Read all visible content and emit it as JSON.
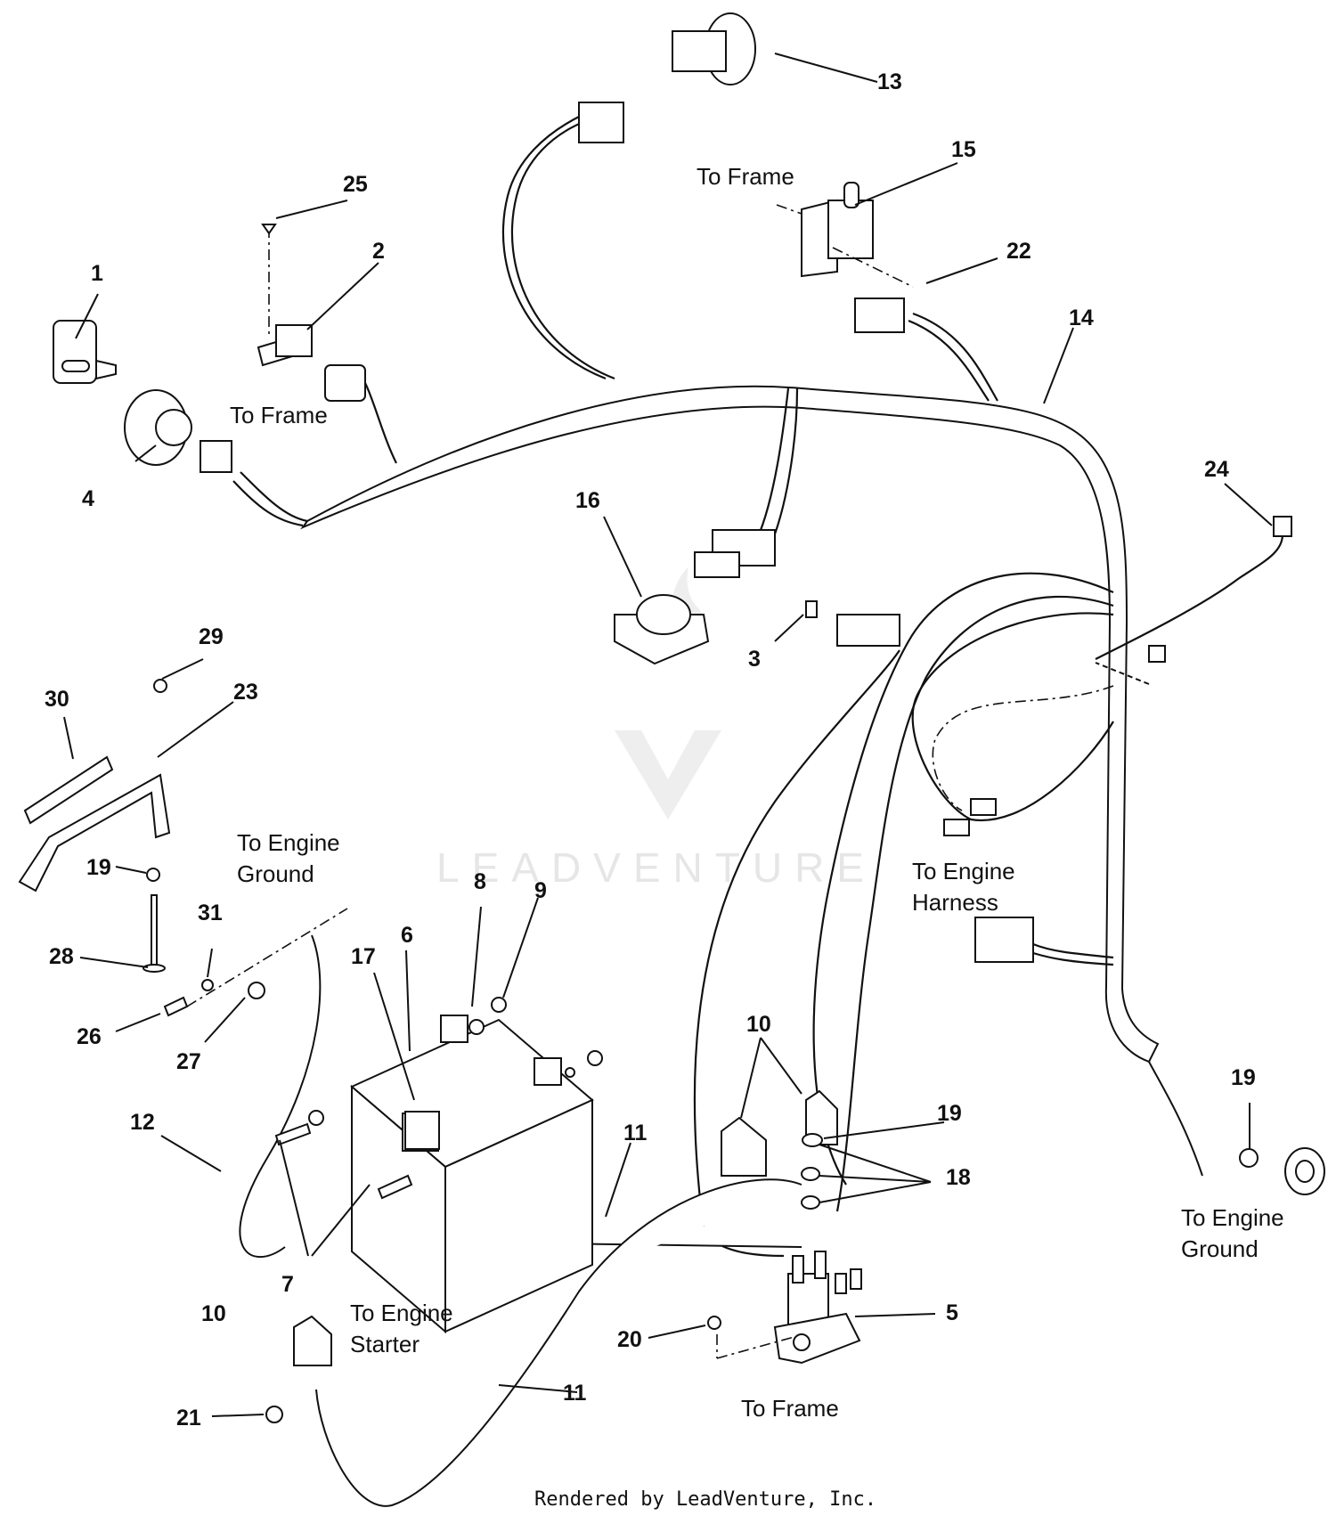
{
  "callouts": [
    {
      "id": "c1",
      "num": "1"
    },
    {
      "id": "c2",
      "num": "2"
    },
    {
      "id": "c3",
      "num": "3"
    },
    {
      "id": "c4",
      "num": "4"
    },
    {
      "id": "c5",
      "num": "5"
    },
    {
      "id": "c6",
      "num": "6"
    },
    {
      "id": "c7",
      "num": "7"
    },
    {
      "id": "c8",
      "num": "8"
    },
    {
      "id": "c9",
      "num": "9"
    },
    {
      "id": "c10a",
      "num": "10"
    },
    {
      "id": "c10b",
      "num": "10"
    },
    {
      "id": "c11a",
      "num": "11"
    },
    {
      "id": "c11b",
      "num": "11"
    },
    {
      "id": "c12",
      "num": "12"
    },
    {
      "id": "c13",
      "num": "13"
    },
    {
      "id": "c14",
      "num": "14"
    },
    {
      "id": "c15",
      "num": "15"
    },
    {
      "id": "c16",
      "num": "16"
    },
    {
      "id": "c17",
      "num": "17"
    },
    {
      "id": "c18",
      "num": "18"
    },
    {
      "id": "c19a",
      "num": "19"
    },
    {
      "id": "c19b",
      "num": "19"
    },
    {
      "id": "c19c",
      "num": "19"
    },
    {
      "id": "c20",
      "num": "20"
    },
    {
      "id": "c21",
      "num": "21"
    },
    {
      "id": "c22",
      "num": "22"
    },
    {
      "id": "c23",
      "num": "23"
    },
    {
      "id": "c24",
      "num": "24"
    },
    {
      "id": "c25",
      "num": "25"
    },
    {
      "id": "c26",
      "num": "26"
    },
    {
      "id": "c27",
      "num": "27"
    },
    {
      "id": "c28",
      "num": "28"
    },
    {
      "id": "c29",
      "num": "29"
    },
    {
      "id": "c30",
      "num": "30"
    },
    {
      "id": "c31",
      "num": "31"
    }
  ],
  "labels": {
    "to_frame_top": "To Frame",
    "to_frame_relay": "To Frame",
    "to_frame_solenoid": "To Frame",
    "to_engine_ground_left": [
      "To Engine",
      "Ground"
    ],
    "to_engine_ground_right": [
      "To Engine",
      "Ground"
    ],
    "to_engine_harness": [
      "To Engine",
      "Harness"
    ],
    "to_engine_starter": [
      "To Engine",
      "Starter"
    ]
  },
  "footer": "Rendered by LeadVenture, Inc.",
  "watermark": "LEADVENTURE"
}
